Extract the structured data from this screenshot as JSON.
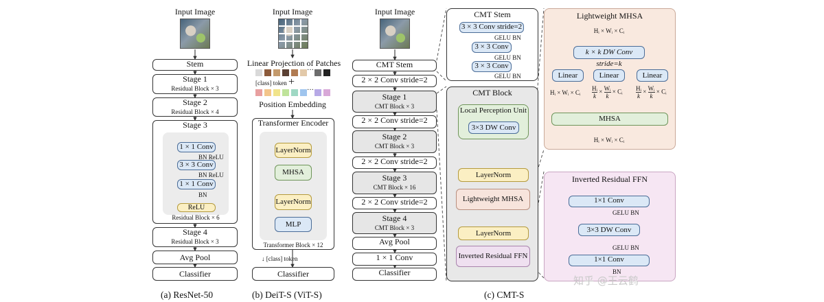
{
  "resnet": {
    "input_label": "Input Image",
    "stem": "Stem",
    "stage1": {
      "title": "Stage 1",
      "sub": "Residual Block × 3"
    },
    "stage2": {
      "title": "Stage 2",
      "sub": "Residual Block × 4"
    },
    "stage3": {
      "title": "Stage 3",
      "conv1": "1 × 1 Conv",
      "bn_relu1": "BN ReLU",
      "conv2": "3 × 3 Conv",
      "bn_relu2": "BN ReLU",
      "conv3": "1 × 1 Conv",
      "bn": "BN",
      "relu": "ReLU",
      "sub": "Residual Block × 6"
    },
    "stage4": {
      "title": "Stage 4",
      "sub": "Residual Block × 3"
    },
    "avgpool": "Avg Pool",
    "classifier": "Classifier",
    "caption": "(a)  ResNet-50"
  },
  "deit": {
    "input_label": "Input Image",
    "linear_projection": "Linear Projection of Patches",
    "class_token": "[class] token",
    "ellipsis": "···",
    "plus": "+",
    "position_embedding": "Position Embedding",
    "encoder_title": "Transformer Encoder",
    "layernorm1": "LayerNorm",
    "mhsa": "MHSA",
    "layernorm2": "LayerNorm",
    "mlp": "MLP",
    "block_sub": "Transformer Block × 12",
    "class_token_out": "[class] token",
    "classifier": "Classifier",
    "caption": "(b)  DeiT-S (ViT-S)",
    "token_colors": [
      "#d9d9d9",
      "#8c5a3a",
      "#c49a6c",
      "#5b4033",
      "#b07b52",
      "#e2c9a9",
      "#6d6d6d",
      "#222222"
    ],
    "pos_colors": [
      "#e8a0a0",
      "#f3c58a",
      "#f1e48b",
      "#bfe39a",
      "#9fd8c4",
      "#9fc5ee",
      "#b7a9e6",
      "#d8a8d8"
    ]
  },
  "cmt": {
    "input_label": "Input Image",
    "cmt_stem": "CMT Stem",
    "conv_s2a": "2 × 2 Conv stride=2",
    "stage1": {
      "title": "Stage 1",
      "sub": "CMT Block × 3"
    },
    "conv_s2b": "2 × 2 Conv stride=2",
    "stage2": {
      "title": "Stage 2",
      "sub": "CMT Block × 3"
    },
    "conv_s2c": "2 × 2 Conv stride=2",
    "stage3": {
      "title": "Stage 3",
      "sub": "CMT Block × 16"
    },
    "conv_s2d": "2 × 2 Conv stride=2",
    "stage4": {
      "title": "Stage 4",
      "sub": "CMT Block × 3"
    },
    "avgpool": "Avg Pool",
    "conv1x1": "1 × 1 Conv",
    "classifier": "Classifier",
    "caption": "(c)  CMT-S",
    "stem_detail": {
      "title": "CMT Stem",
      "conv1": "3 × 3 Conv stride=2",
      "gelu1": "GELU BN",
      "conv2": "3 × 3 Conv",
      "gelu2": "GELU BN",
      "conv3": "3 × 3 Conv",
      "gelu3": "GELU BN"
    },
    "block_detail": {
      "title": "CMT Block",
      "lpu": "Local Perception Unit",
      "dwconv": "3×3 DW Conv",
      "layernorm1": "LayerNorm",
      "lmhsa": "Lightweight MHSA",
      "layernorm2": "LayerNorm",
      "irffn": "Inverted Residual FFN"
    },
    "lmhsa_detail": {
      "title": "Lightweight MHSA",
      "in_dim": "Hᵢ × Wᵢ × Cᵢ",
      "dwconv": "k × k DW Conv stride=k",
      "linear1": "Linear",
      "linear2": "Linear",
      "linear3": "Linear",
      "q_dim": "Hᵢ × Wᵢ × Cᵢ",
      "k_dim_a": "Hᵢ",
      "k_dim_b": "k",
      "k_dim_c": "× ",
      "k_dim_d": "Wᵢ",
      "k_dim_e": "k",
      "k_dim_f": "× Cᵢ",
      "v_dim_a": "Hᵢ",
      "v_dim_b": "k",
      "v_dim_c": "× ",
      "v_dim_d": "Wᵢ",
      "v_dim_e": "k",
      "v_dim_f": "× Cᵢ",
      "mhsa": "MHSA",
      "out_dim": "Hᵢ × Wᵢ × Cᵢ"
    },
    "ffn_detail": {
      "title": "Inverted Residual FFN",
      "conv1": "1×1 Conv",
      "gelu1": "GELU BN",
      "dwconv": "3×3 DW Conv",
      "gelu2": "GELU BN",
      "conv2": "1×1 Conv",
      "bn": "BN"
    }
  },
  "watermark": "知乎 @王云鹤"
}
